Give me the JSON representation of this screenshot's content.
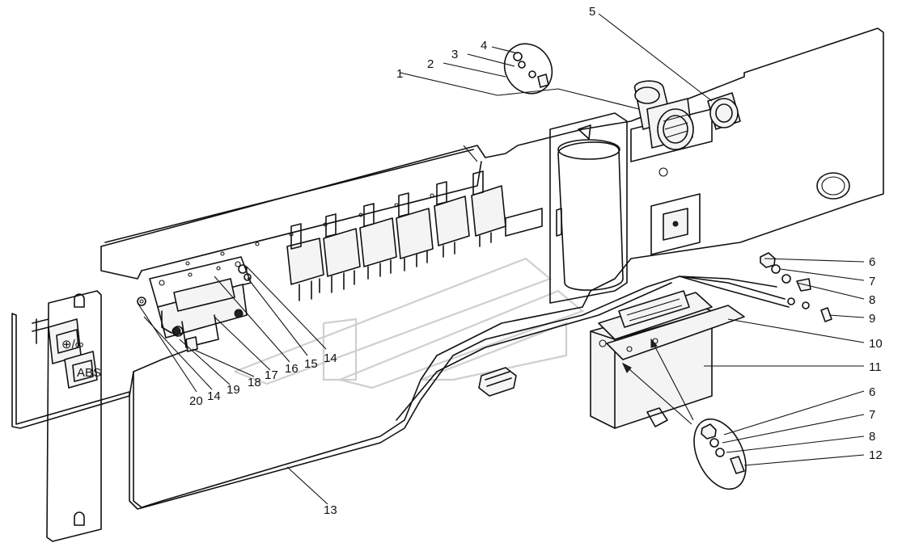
{
  "callouts": {
    "c1": "1",
    "c2": "2",
    "c3": "3",
    "c4": "4",
    "c5": "5",
    "c6a": "6",
    "c7a": "7",
    "c8a": "8",
    "c9": "9",
    "c10": "10",
    "c11": "11",
    "c6b": "6",
    "c7b": "7",
    "c8b": "8",
    "c12": "12",
    "c13": "13",
    "c14a": "14",
    "c15": "15",
    "c16": "16",
    "c17": "17",
    "c18": "18",
    "c19": "19",
    "c14b": "14",
    "c20": "20"
  },
  "switch_labels": {
    "upper": "⊕/∞",
    "lower": "ABS"
  }
}
